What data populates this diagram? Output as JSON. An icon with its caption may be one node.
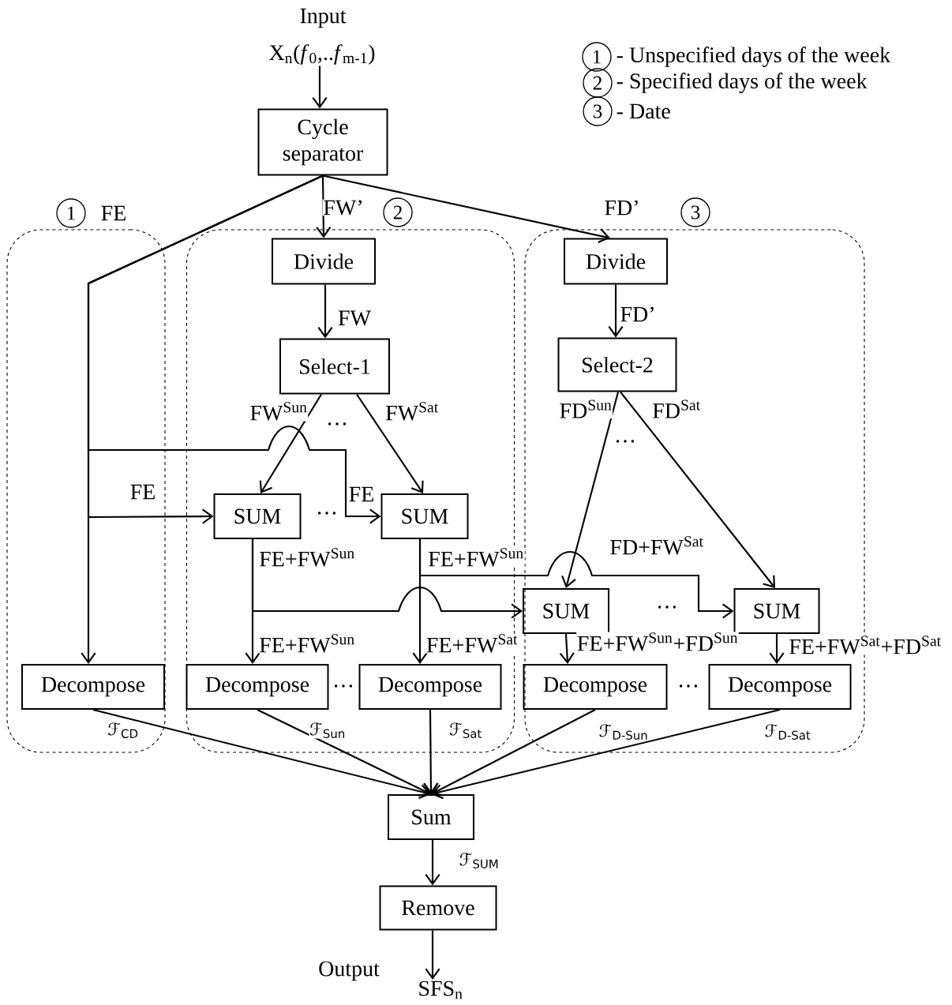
{
  "diagram": {
    "nodes": [
      {
        "text": [
          "X$_{n}$(*f*$_{0}$,..*f*$_{m-1}$)"
        ],
        "beside": [
          "Input"
        ]
      },
      {
        "text": [
          "1"
        ],
        "beside": [
          "- Unspecified days of the week"
        ]
      },
      {
        "text": [
          "2"
        ],
        "beside": [
          "- Specified days of the week"
        ]
      },
      {
        "text": [
          "3"
        ],
        "beside": [
          "- Date"
        ]
      },
      {
        "text": [
          "Cycle separator"
        ]
      },
      {
        "text": [
          "1"
        ]
      },
      {
        "text": [
          "2"
        ]
      },
      {
        "text": [
          "3"
        ]
      },
      {
        "text": [],
        "shape": "box"
      },
      {
        "text": [],
        "shape": "box"
      },
      {
        "text": [
          "Divide"
        ],
        "in": 9
      },
      {
        "text": [],
        "shape": "box"
      },
      {
        "text": [
          "Divide"
        ],
        "in": 11
      },
      {
        "text": [
          "Select-1"
        ],
        "in": 9
      },
      {
        "text": [
          "Select-2"
        ],
        "in": 11
      },
      {
        "text": [
          "SUM"
        ],
        "in": 9
      },
      {
        "text": [
          "SUM"
        ],
        "in": 9
      },
      {
        "text": [
          "SUM"
        ],
        "in": 11
      },
      {
        "text": [
          "SUM"
        ],
        "in": 11
      },
      {
        "text": [
          "Decompose"
        ],
        "in": 8
      },
      {
        "text": [
          "Decompose"
        ],
        "in": 9
      },
      {
        "text": [
          "Decompose"
        ],
        "in": 9
      },
      {
        "text": [
          "Decompose"
        ],
        "in": 11
      },
      {
        "text": [
          "Decompose"
        ],
        "in": 11
      },
      {
        "text": [
          "Sum"
        ]
      },
      {
        "text": [
          "Remove"
        ]
      },
      {
        "text": [
          "SFS$_{n}$"
        ],
        "beside": [
          "Output"
        ]
      }
    ],
    "edges": [
      {
        "from": 0,
        "to": 4,
        "arrow": "to"
      },
      {
        "from": 4,
        "to": 19,
        "arrow": "to",
        "label": "FE"
      },
      {
        "from": 4,
        "to": 15,
        "arrow": "to",
        "label": "FE"
      },
      {
        "from": 4,
        "to": 16,
        "arrow": "to",
        "label": "FE"
      },
      {
        "from": 4,
        "to": 10,
        "arrow": "to",
        "label": "FW’"
      },
      {
        "from": 4,
        "to": 12,
        "arrow": "to",
        "label": "FD’"
      },
      {
        "from": 10,
        "to": 13,
        "arrow": "to",
        "label": "FW"
      },
      {
        "from": 12,
        "to": 14,
        "arrow": "to",
        "label": "FD’"
      },
      {
        "from": 13,
        "to": 15,
        "arrow": "to",
        "label": "FW$^{Sun}$"
      },
      {
        "from": 13,
        "to": 16,
        "arrow": "to",
        "label": "FW$^{Sat}$"
      },
      {
        "from": 14,
        "to": 17,
        "arrow": "to",
        "label": "FD$^{Sun}$"
      },
      {
        "from": 14,
        "to": 18,
        "arrow": "to",
        "label": "FD$^{Sat}$"
      },
      {
        "from": 15,
        "to": 17,
        "arrow": "to",
        "label": "FE+FW$^{Sun}$"
      },
      {
        "from": 15,
        "to": 20,
        "arrow": "to",
        "label": "FE+FW$^{Sun}$"
      },
      {
        "from": 16,
        "to": 18,
        "arrow": "to",
        "label": "FD+FW$^{Sat}$"
      },
      {
        "from": 16,
        "to": 21,
        "arrow": "to",
        "label": "FE+FW$^{Sat}$"
      },
      {
        "from": 17,
        "to": 22,
        "arrow": "to",
        "label": "FE+FW$^{Sun}$+FD$^{Sun}$"
      },
      {
        "from": 18,
        "to": 23,
        "arrow": "to",
        "label": "FE+FW$^{Sat}$+FD$^{Sat}$"
      },
      {
        "from": 19,
        "to": 24,
        "arrow": "to",
        "label": "ℱ$_{CD}$"
      },
      {
        "from": 20,
        "to": 24,
        "arrow": "to",
        "label": "ℱ$_{Sun}$"
      },
      {
        "from": 21,
        "to": 24,
        "arrow": "to",
        "label": "ℱ$_{Sat}$"
      },
      {
        "from": 22,
        "to": 24,
        "arrow": "to",
        "label": "ℱ$_{D-Sun}$"
      },
      {
        "from": 23,
        "to": 24,
        "arrow": "to",
        "label": "ℱ$_{D-Sat}$"
      },
      {
        "from": 24,
        "to": 25,
        "arrow": "to",
        "label": "ℱ$_{SUM}$"
      },
      {
        "from": 25,
        "to": 26,
        "arrow": "to"
      }
    ],
    "labels": [
      "…",
      "…",
      "…",
      "FE+FW$^{Sun}$",
      "…",
      "…",
      "…"
    ]
  }
}
